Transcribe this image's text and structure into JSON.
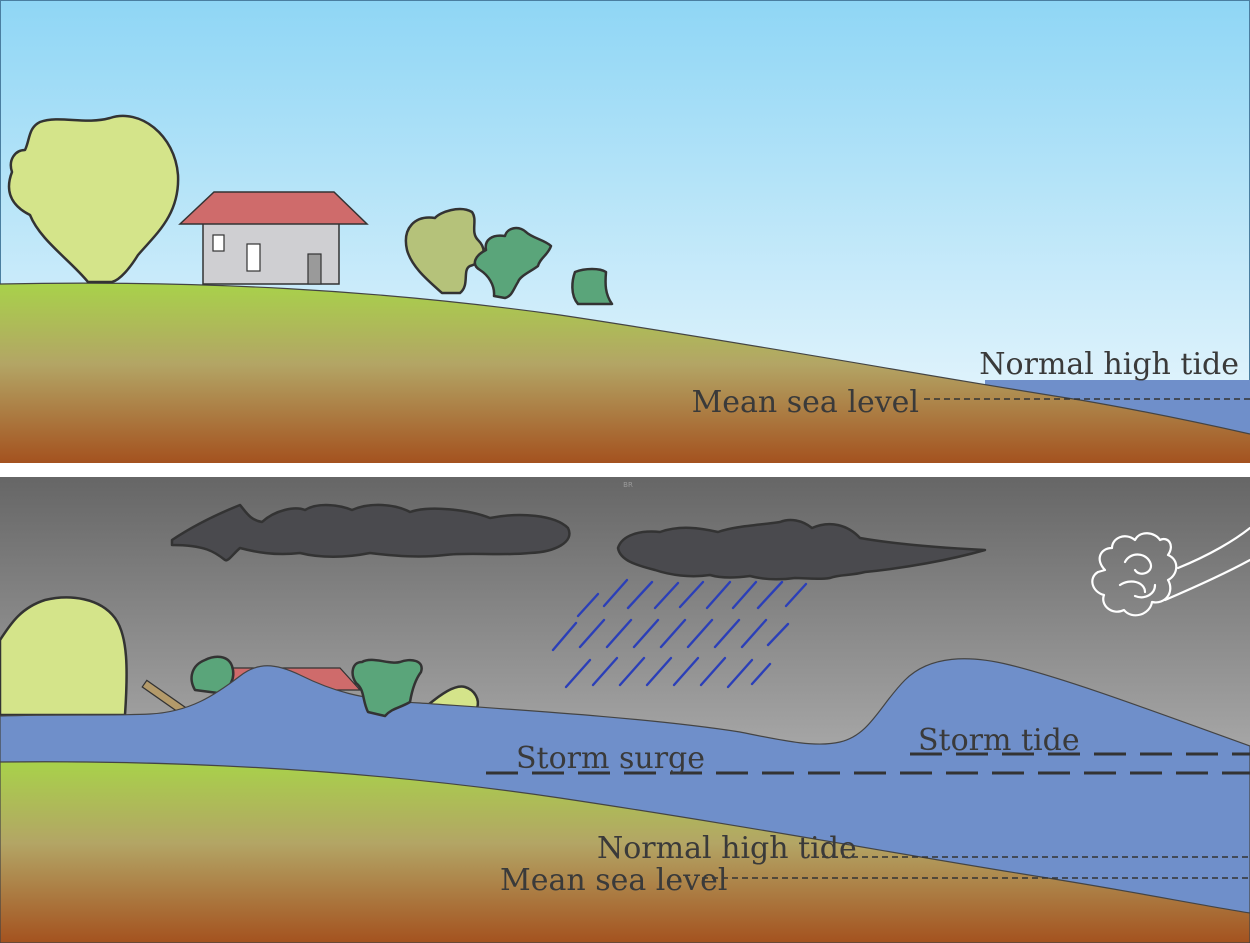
{
  "panels": {
    "normal": {
      "labels": {
        "normal_high_tide": "Normal high tide",
        "mean_sea_level": "Mean sea level"
      }
    },
    "storm": {
      "labels": {
        "storm_tide": "Storm tide",
        "storm_surge": "Storm surge",
        "normal_high_tide": "Normal high tide",
        "mean_sea_level": "Mean sea level"
      },
      "signature": "BR"
    }
  },
  "colors": {
    "sky_top": "#8fd6f5",
    "sky_bottom": "#e6f5fc",
    "storm_sky_top": "#6a6a6a",
    "storm_sky_bottom": "#c8c8c8",
    "grass": "#a8cf4a",
    "soil": "#a4521f",
    "water": "#6f8fca",
    "roof": "#cf6b6b",
    "wall": "#cfcfd2",
    "tree_light": "#d4e48a",
    "tree_mid": "#b5c27a",
    "tree_dark": "#5aa57a",
    "cloud": "#4a4a4e",
    "rain": "#2b3fb8"
  }
}
